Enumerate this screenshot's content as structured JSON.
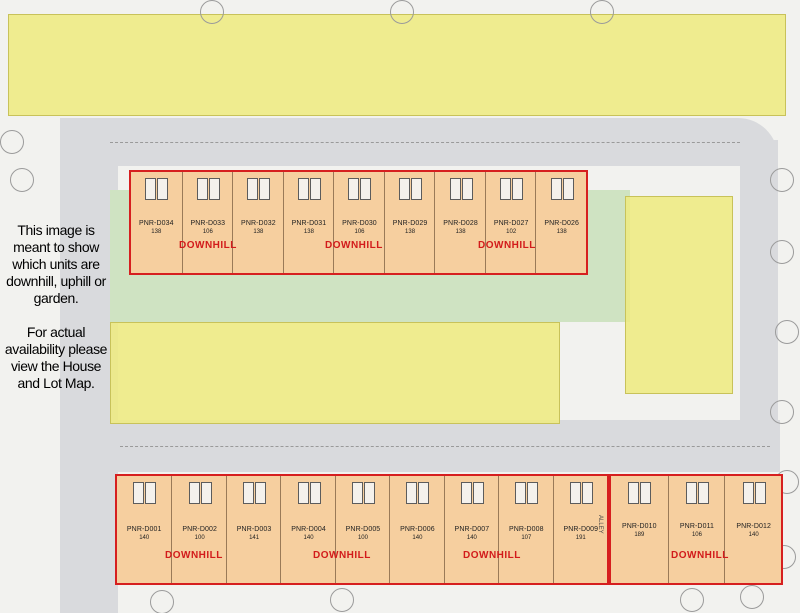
{
  "map": {
    "note_text": "This image is meant to show which units are downhill, uphill or garden.\n\nFor actual availability please view the House and Lot Map.",
    "alley_label": "ALLEY",
    "colors": {
      "downhill_fill": "#f6cf9f",
      "downhill_border": "#d61f1f",
      "uphill_garden_fill": "#eeea82",
      "road": "#d9dadd",
      "lawn": "#cfe3c2"
    },
    "top_row": {
      "units": [
        {
          "id": "PNR-D034",
          "size": "138"
        },
        {
          "id": "PNR-D033",
          "size": "106"
        },
        {
          "id": "PNR-D032",
          "size": "138"
        },
        {
          "id": "PNR-D031",
          "size": "138"
        },
        {
          "id": "PNR-D030",
          "size": "106"
        },
        {
          "id": "PNR-D029",
          "size": "138"
        },
        {
          "id": "PNR-D028",
          "size": "138"
        },
        {
          "id": "PNR-D027",
          "size": "102"
        },
        {
          "id": "PNR-D026",
          "size": "138"
        }
      ],
      "tags": [
        "DOWNHILL",
        "DOWNHILL",
        "DOWNHILL"
      ]
    },
    "bottom_row": {
      "units": [
        {
          "id": "PNR-D001",
          "size": "140"
        },
        {
          "id": "PNR-D002",
          "size": "100"
        },
        {
          "id": "PNR-D003",
          "size": "141"
        },
        {
          "id": "PNR-D004",
          "size": "140"
        },
        {
          "id": "PNR-D005",
          "size": "100"
        },
        {
          "id": "PNR-D006",
          "size": "140"
        },
        {
          "id": "PNR-D007",
          "size": "140"
        },
        {
          "id": "PNR-D008",
          "size": "107"
        },
        {
          "id": "PNR-D009",
          "size": "191"
        }
      ],
      "tags": [
        "DOWNHILL",
        "DOWNHILL",
        "DOWNHILL"
      ]
    },
    "right_row": {
      "units": [
        {
          "id": "PNR-D010",
          "size": "189"
        },
        {
          "id": "PNR-D011",
          "size": "106"
        },
        {
          "id": "PNR-D012",
          "size": "140"
        }
      ],
      "tags": [
        "DOWNHILL"
      ]
    }
  }
}
